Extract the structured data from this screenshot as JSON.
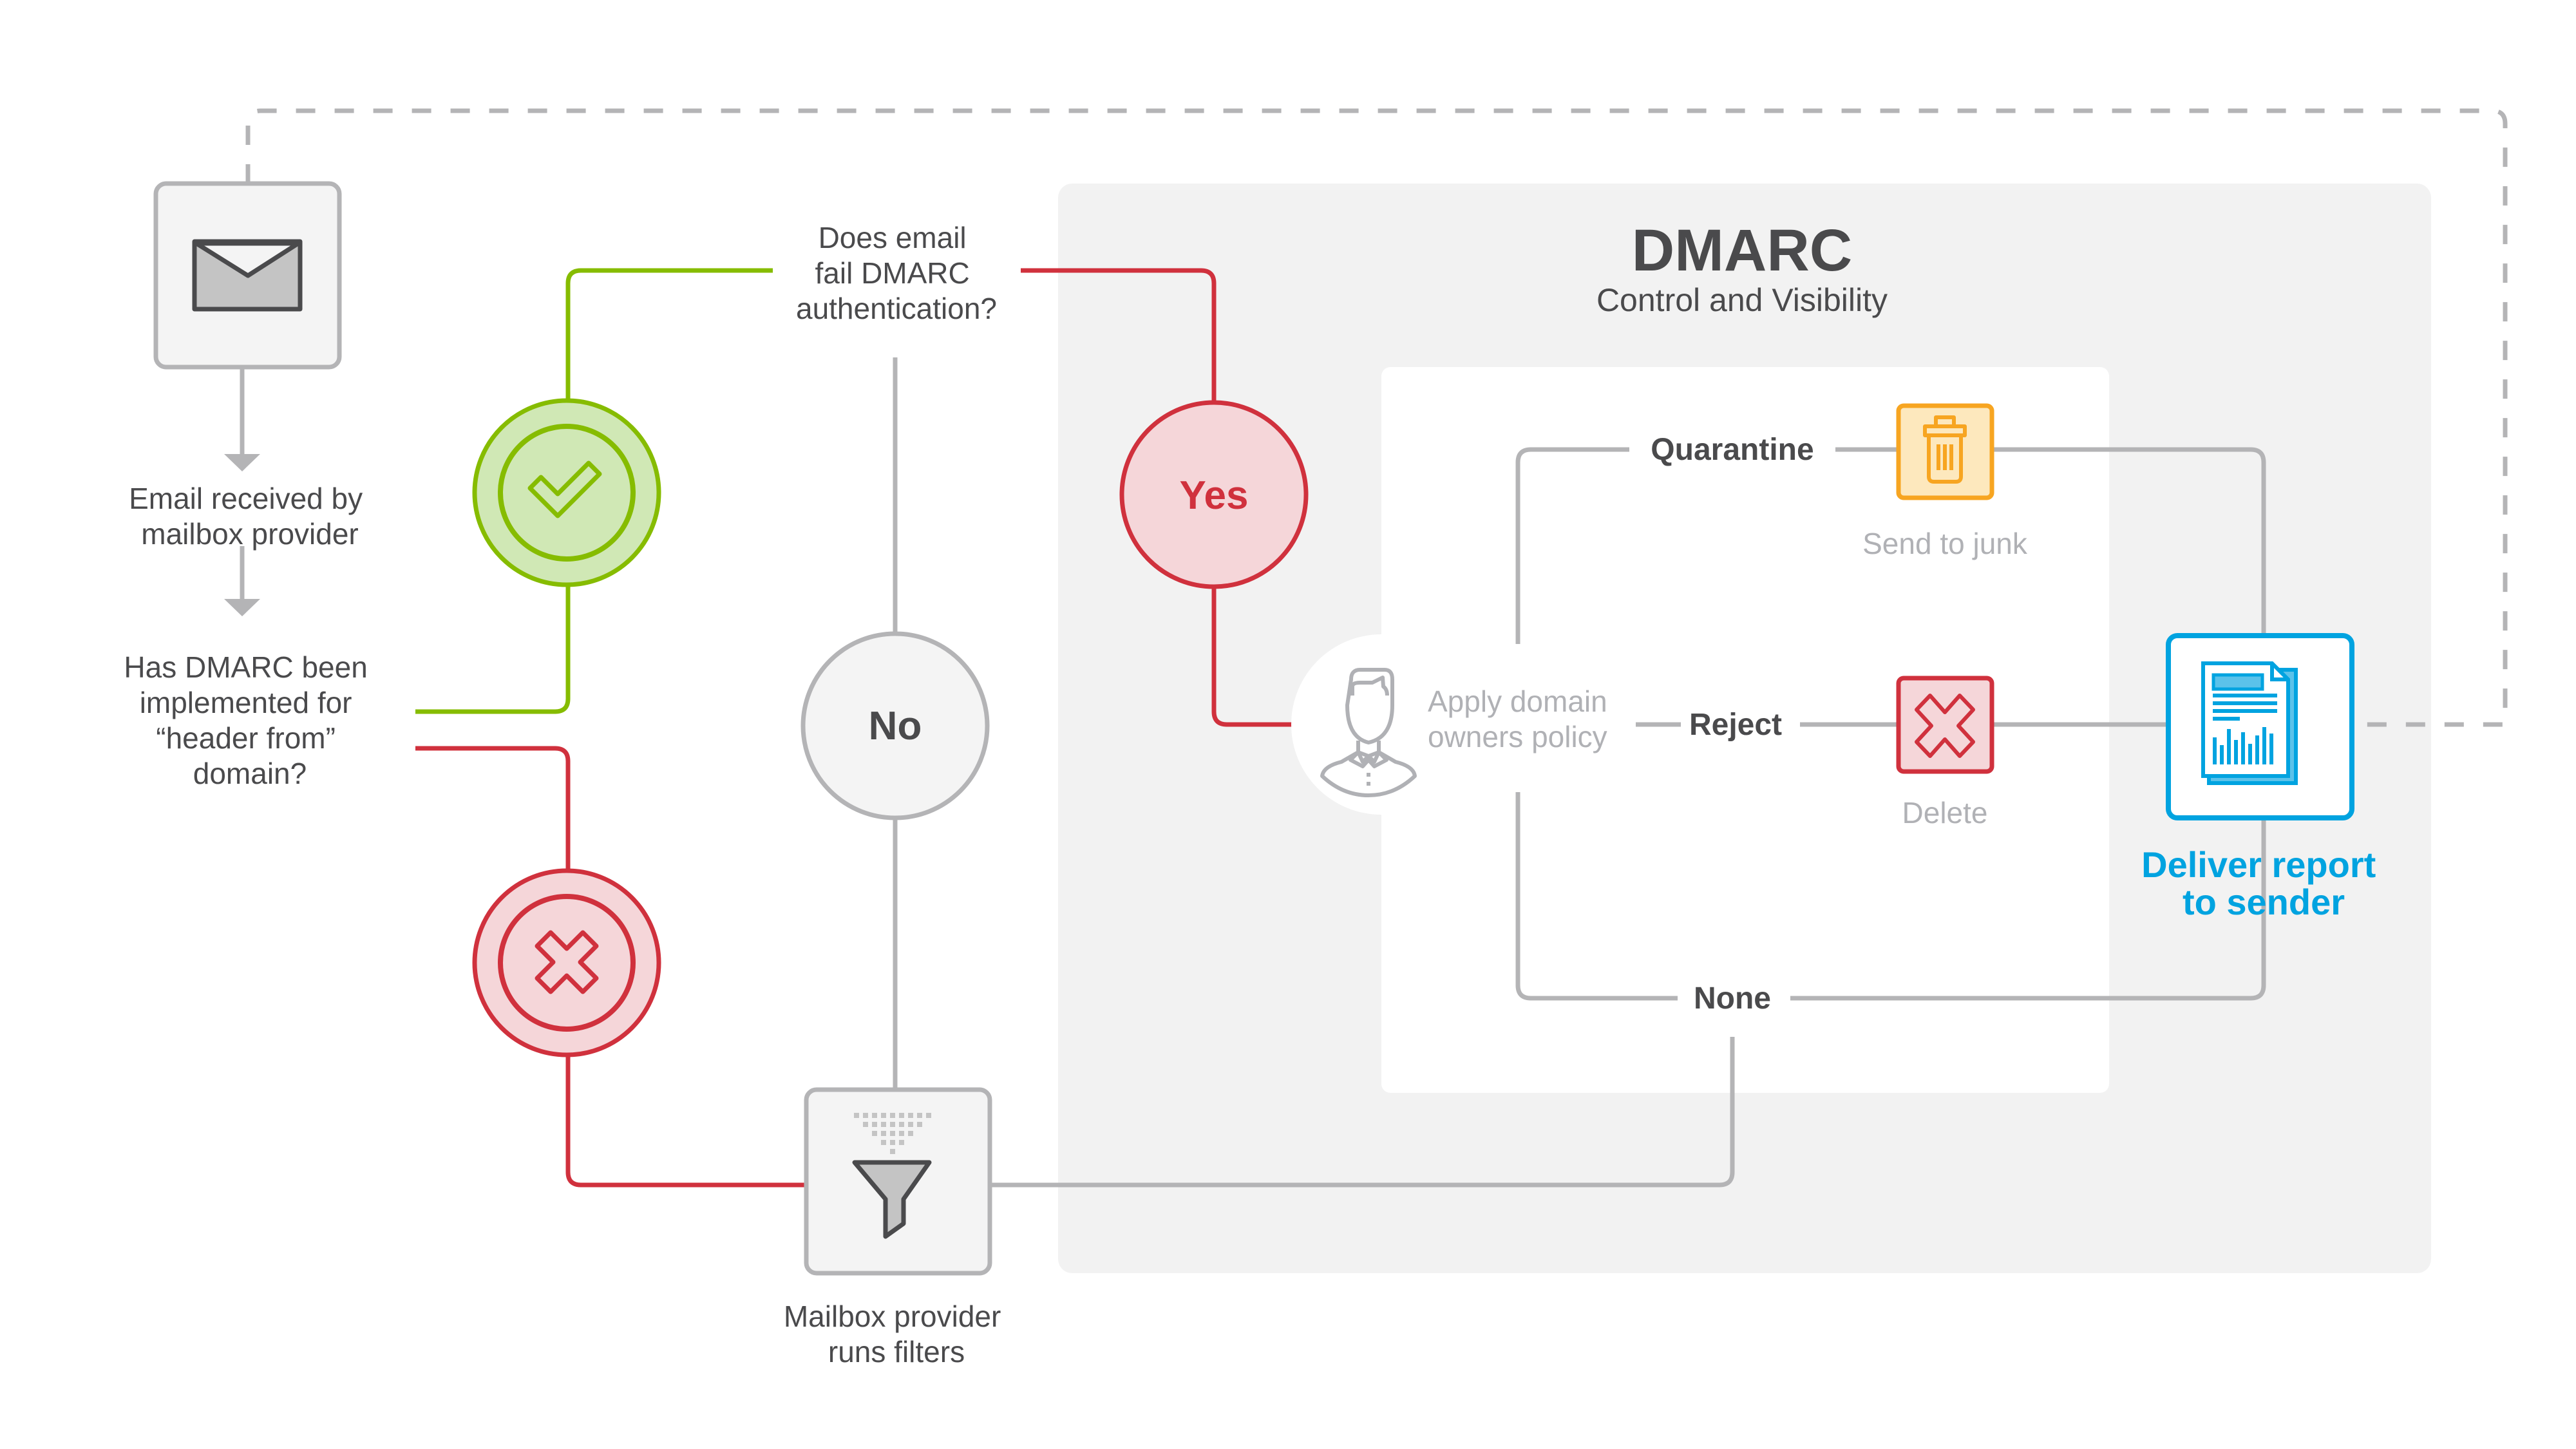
{
  "colors": {
    "line_gray": "#b4b4b6",
    "text_dark": "#4a4a4c",
    "text_muted": "#b0b1b5",
    "green": "#86bc00",
    "green_fill": "#d0e8b5",
    "red": "#d0313d",
    "red_fill": "#f5d6d9",
    "orange": "#f7a521",
    "orange_fill": "#fde8bd",
    "blue": "#00a3e0",
    "panel_bg": "#f2f2f2",
    "box_fill": "#f4f4f4"
  },
  "flow": {
    "start": {
      "icon": "envelope-icon",
      "step1": [
        "Email received by",
        "mailbox provider"
      ],
      "step2": [
        "Has DMARC been",
        "implemented for",
        "“header from”",
        "domain?"
      ]
    },
    "implemented_yes": {
      "icon": "checkmark-icon"
    },
    "implemented_no": {
      "icon": "x-icon"
    },
    "question": [
      "Does email",
      "fail DMARC",
      "authentication?"
    ],
    "answer_no": "No",
    "answer_yes": "Yes",
    "filters": {
      "icon": "funnel-icon",
      "label": [
        "Mailbox provider",
        "runs filters"
      ]
    }
  },
  "dmarc": {
    "title": "DMARC",
    "subtitle": "Control and Visibility",
    "policy": {
      "icon": "person-icon",
      "label": [
        "Apply domain",
        "owners policy"
      ]
    },
    "actions": [
      {
        "name": "Quarantine",
        "icon": "trash-icon",
        "result": "Send to junk"
      },
      {
        "name": "Reject",
        "icon": "delete-x-icon",
        "result": "Delete"
      },
      {
        "name": "None"
      }
    ],
    "report": {
      "icon": "report-document-icon",
      "label": [
        "Deliver report",
        "to sender"
      ]
    }
  }
}
